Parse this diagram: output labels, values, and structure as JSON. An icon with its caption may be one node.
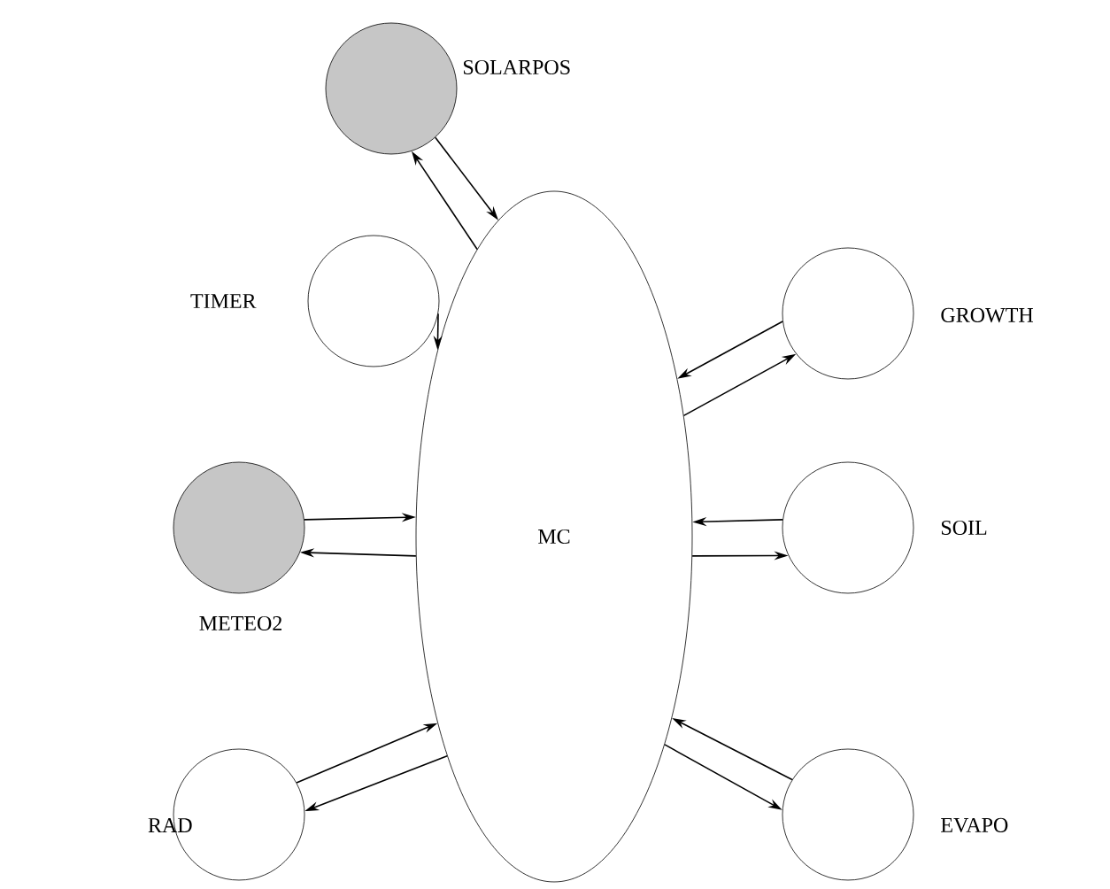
{
  "diagram": {
    "nodes": [
      {
        "text": [
          "SOLARPOS"
        ]
      },
      {
        "text": [
          "TIMER"
        ]
      },
      {
        "text": [
          "MC"
        ]
      },
      {
        "text": [
          "GROWTH"
        ]
      },
      {
        "text": [
          "METEO2"
        ]
      },
      {
        "text": [
          "SOIL"
        ]
      },
      {
        "text": [
          "RAD"
        ]
      },
      {
        "text": [
          "EVAPO"
        ]
      }
    ],
    "edges": [
      {
        "from": 2,
        "to": 0,
        "arrow": "to"
      },
      {
        "from": 0,
        "to": 2,
        "arrow": "to"
      },
      {
        "from": 1,
        "to": 2,
        "arrow": "to"
      },
      {
        "from": 3,
        "to": 2,
        "arrow": "to"
      },
      {
        "from": 2,
        "to": 3,
        "arrow": "to"
      },
      {
        "from": 4,
        "to": 2,
        "arrow": "to"
      },
      {
        "from": 2,
        "to": 4,
        "arrow": "to"
      },
      {
        "from": 5,
        "to": 2,
        "arrow": "to"
      },
      {
        "from": 2,
        "to": 5,
        "arrow": "to"
      },
      {
        "from": 6,
        "to": 2,
        "arrow": "to"
      },
      {
        "from": 2,
        "to": 6,
        "arrow": "to"
      },
      {
        "from": 7,
        "to": 2,
        "arrow": "to"
      },
      {
        "from": 2,
        "to": 7,
        "arrow": "to"
      }
    ]
  }
}
